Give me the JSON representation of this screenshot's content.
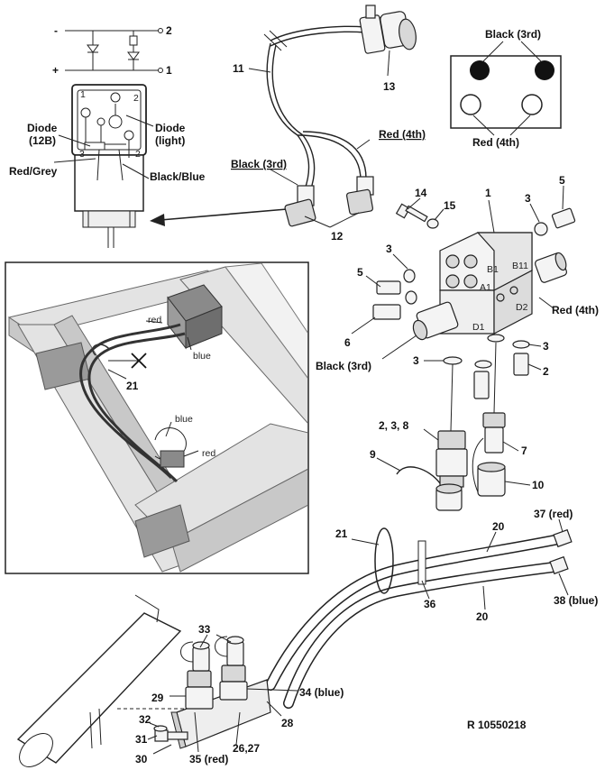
{
  "wiring": {
    "minus": "-",
    "plus": "+",
    "term2": "2",
    "term1": "1",
    "diode12b_a": "Diode",
    "diode12b_b": "(12B)",
    "diode_light_a": "Diode",
    "diode_light_b": "(light)",
    "red_grey": "Red/Grey",
    "black_blue": "Black/Blue",
    "pin1": "1",
    "pin2": "2",
    "pin3": "3",
    "pin2b": "2"
  },
  "plug_view": {
    "black_3rd": "Black (3rd)",
    "red_4th": "Red (4th)"
  },
  "harness": {
    "n11": "11",
    "n13": "13",
    "n12": "12",
    "red_4th": "Red (4th)",
    "black_3rd": "Black (3rd)"
  },
  "valve": {
    "n14": "14",
    "n15": "15",
    "n1": "1",
    "n3a": "3",
    "n5a": "5",
    "n3b": "3",
    "n5b": "5",
    "n6": "6",
    "b1": "B1",
    "b11": "B11",
    "a1": "A1",
    "d1": "D1",
    "d2": "D2",
    "red_4th": "Red (4th)",
    "black_3rd": "Black (3rd)",
    "n3c": "3",
    "n3d": "3",
    "n2": "2",
    "n238": "2, 3, 8",
    "n7": "7",
    "n9": "9",
    "n10": "10"
  },
  "inset": {
    "red_top": "red",
    "blue_top": "blue",
    "n21": "21",
    "blue_mid": "blue",
    "red_mid": "red"
  },
  "hoses": {
    "n21": "21",
    "n20a": "20",
    "n37": "37 (red)",
    "n36": "36",
    "n20b": "20",
    "n38": "38 (blue)"
  },
  "coupler": {
    "n33": "33",
    "n29": "29",
    "n34": "34 (blue)",
    "n28": "28",
    "n32": "32",
    "n31": "31",
    "n30": "30",
    "n35": "35 (red)",
    "n2627": "26,27"
  },
  "ref": "R 10550218"
}
